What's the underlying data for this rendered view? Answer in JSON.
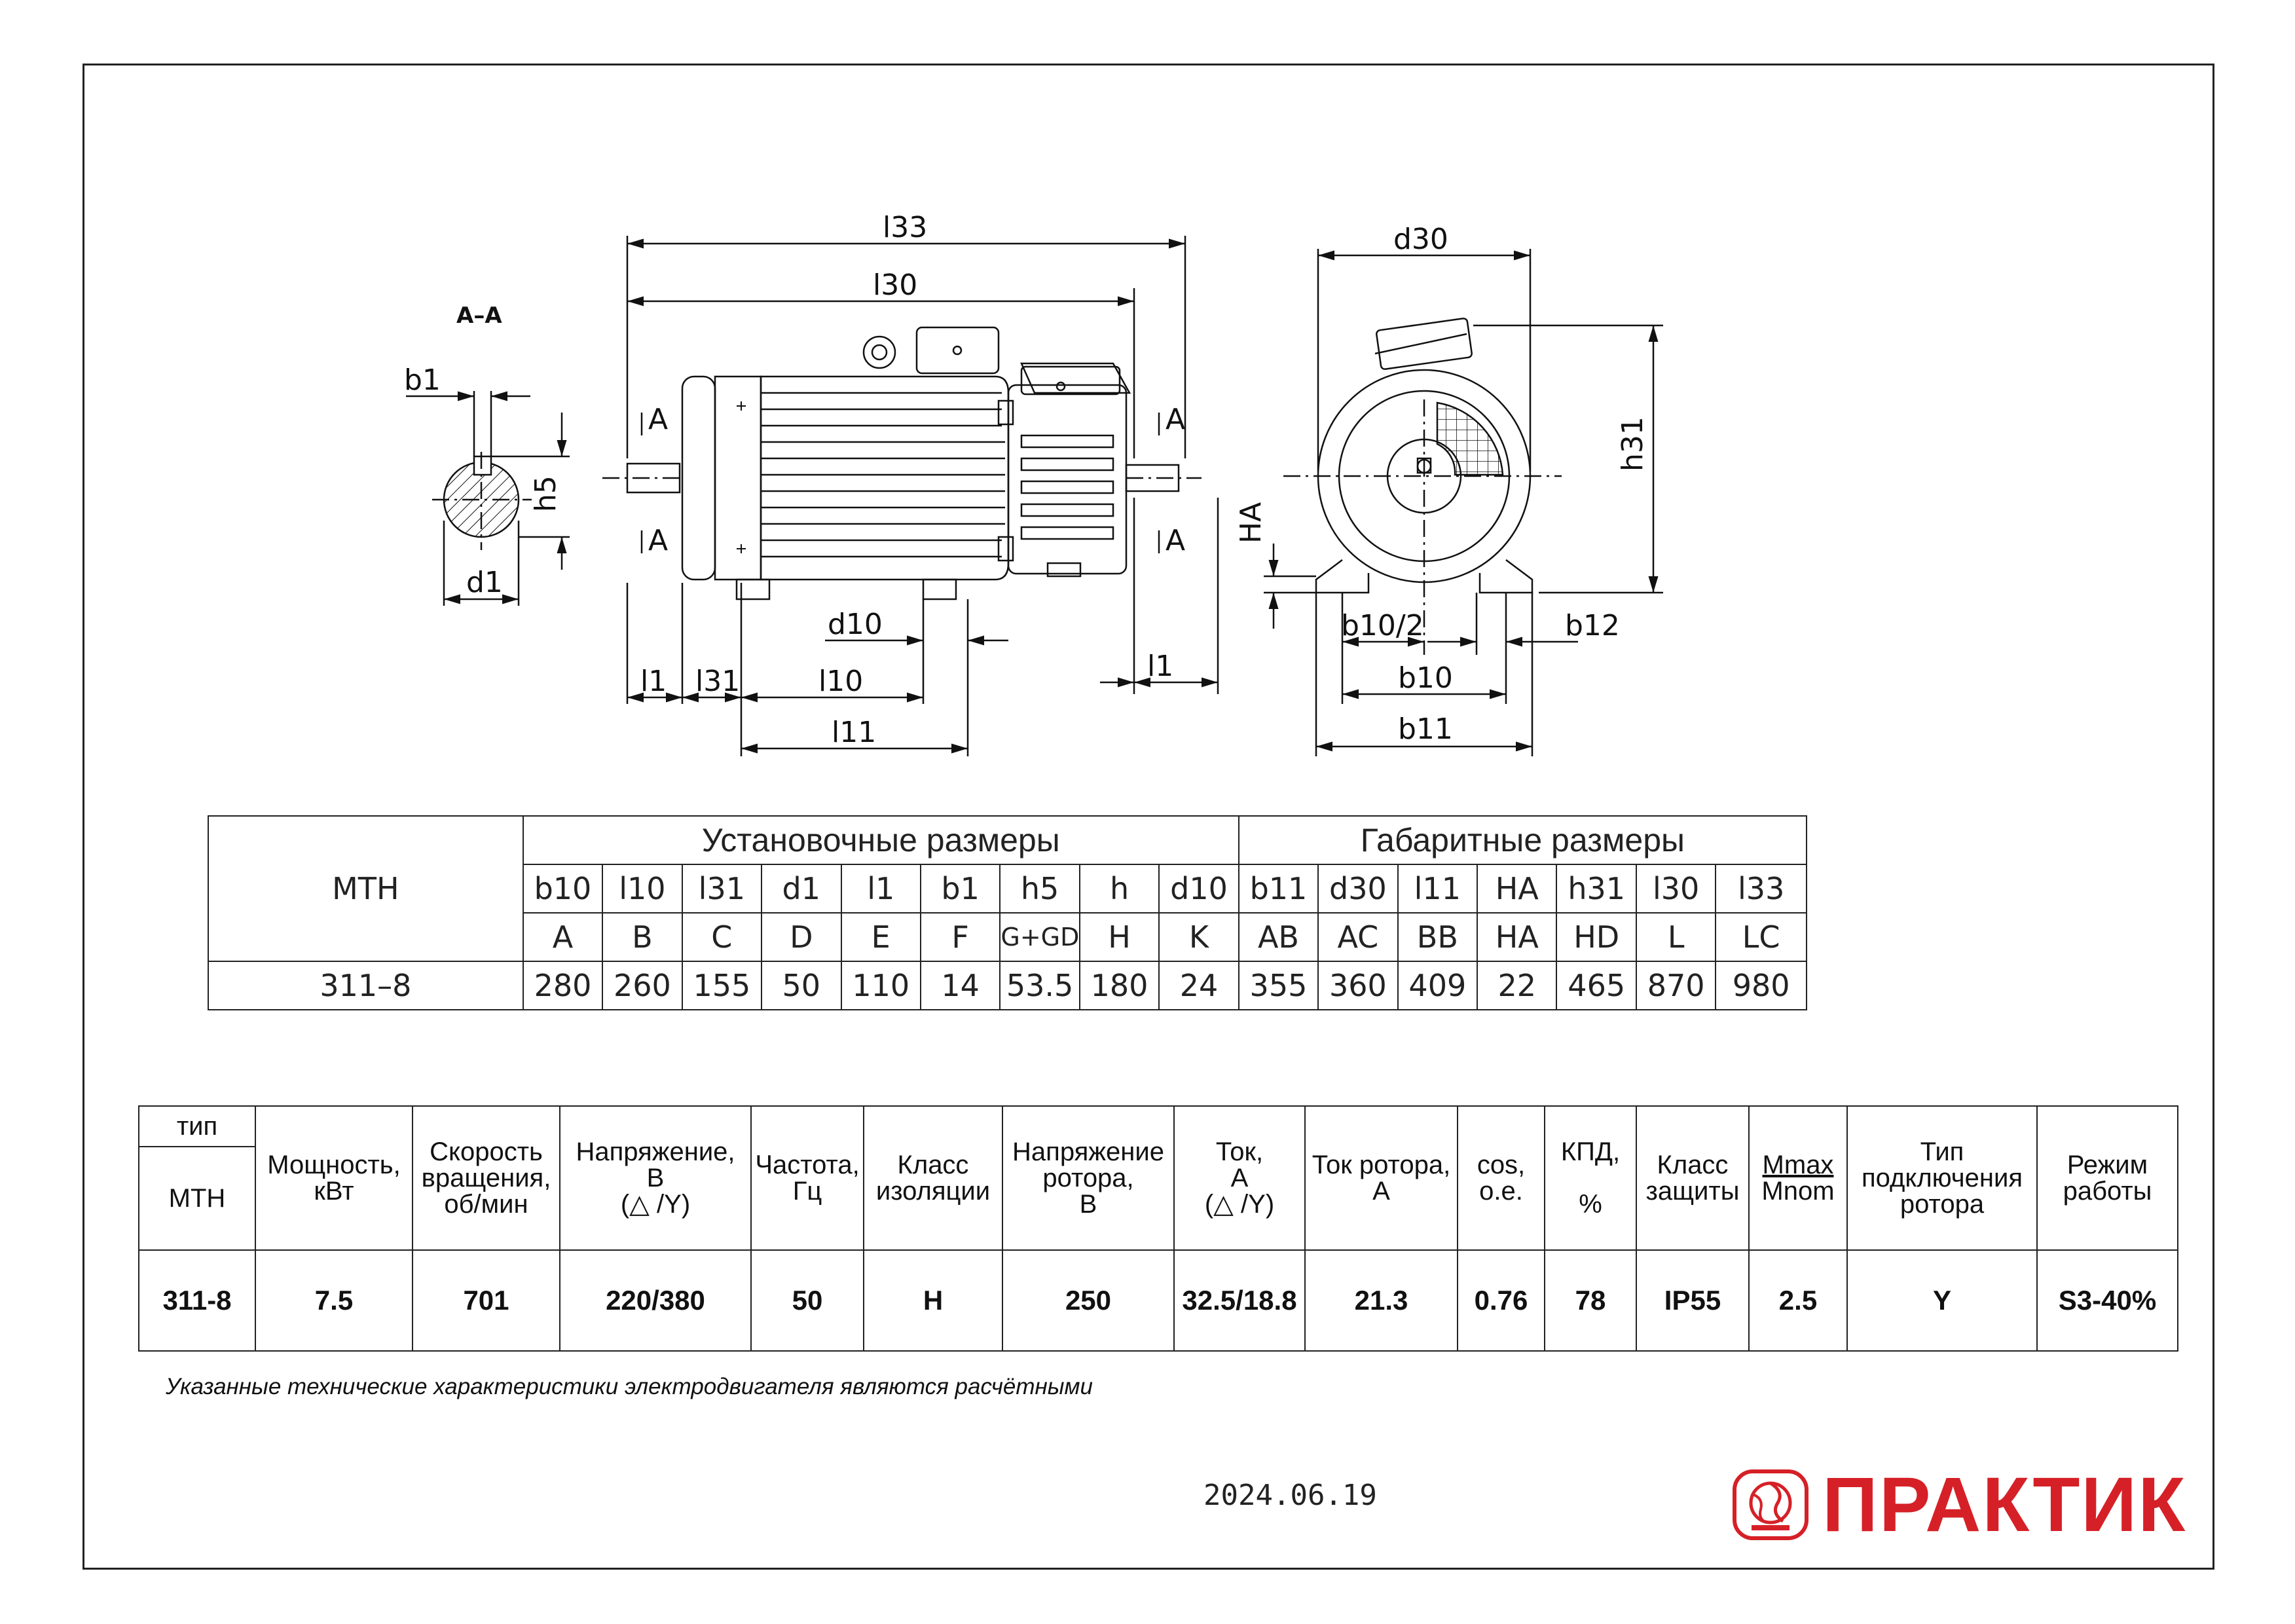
{
  "drawing": {
    "section_label": "A–A",
    "section_marker": "A",
    "dim_labels": {
      "l33": "l33",
      "l30": "l30",
      "d30": "d30",
      "h31": "h31",
      "HA": "HA",
      "b1": "b1",
      "h5": "h5",
      "d1": "d1",
      "d10": "d10",
      "l1": "l1",
      "l31": "l31",
      "l10": "l10",
      "l11": "l11",
      "b10_half": "b10/2",
      "b12": "b12",
      "b10": "b10",
      "b11": "b11"
    }
  },
  "dimensions_table": {
    "model_header": "МТН",
    "group_install": "Установочные размеры",
    "group_overall": "Габаритные размеры",
    "codes": [
      "b10",
      "l10",
      "l31",
      "d1",
      "l1",
      "b1",
      "h5",
      "h",
      "d10",
      "b11",
      "d30",
      "l11",
      "HA",
      "h31",
      "l30",
      "l33"
    ],
    "alt_codes": [
      "A",
      "B",
      "C",
      "D",
      "E",
      "F",
      "G+GD",
      "H",
      "K",
      "AB",
      "AC",
      "BB",
      "HA",
      "HD",
      "L",
      "LC"
    ],
    "row": {
      "model": "311–8",
      "values": [
        "280",
        "260",
        "155",
        "50",
        "110",
        "14",
        "53.5",
        "180",
        "24",
        "355",
        "360",
        "409",
        "22",
        "465",
        "870",
        "980"
      ]
    }
  },
  "spec_table": {
    "type_label": "тип",
    "model_header": "МТН",
    "headers": [
      [
        "Мощность,",
        "кВт"
      ],
      [
        "Скорость",
        "вращения,",
        "об/мин"
      ],
      [
        "Напряжение,",
        "В",
        "(△ /Y)"
      ],
      [
        "Частота,",
        "Гц"
      ],
      [
        "Класс",
        "изоляции"
      ],
      [
        "Напряжение",
        "ротора,",
        "В"
      ],
      [
        "Ток,",
        "А",
        "(△ /Y)"
      ],
      [
        "Ток ротора,",
        "А"
      ],
      [
        "cos,",
        "о.е."
      ],
      [
        "КПД,",
        "%"
      ],
      [
        "Класс",
        "защиты"
      ],
      [
        "Mmax",
        "Mnom"
      ],
      [
        "Тип",
        "подключения",
        "ротора"
      ],
      [
        "Режим",
        "работы"
      ]
    ],
    "row": {
      "model": "311-8",
      "values": [
        "7.5",
        "701",
        "220/380",
        "50",
        "H",
        "250",
        "32.5/18.8",
        "21.3",
        "0.76",
        "78",
        "IP55",
        "2.5",
        "Y",
        "S3-40%"
      ]
    }
  },
  "footer": {
    "note": "Указанные технические характеристики электродвигателя являются расчётными",
    "date": "2024.06.19",
    "brand": "ПРАКТИК",
    "brand_color": "#d62027"
  }
}
